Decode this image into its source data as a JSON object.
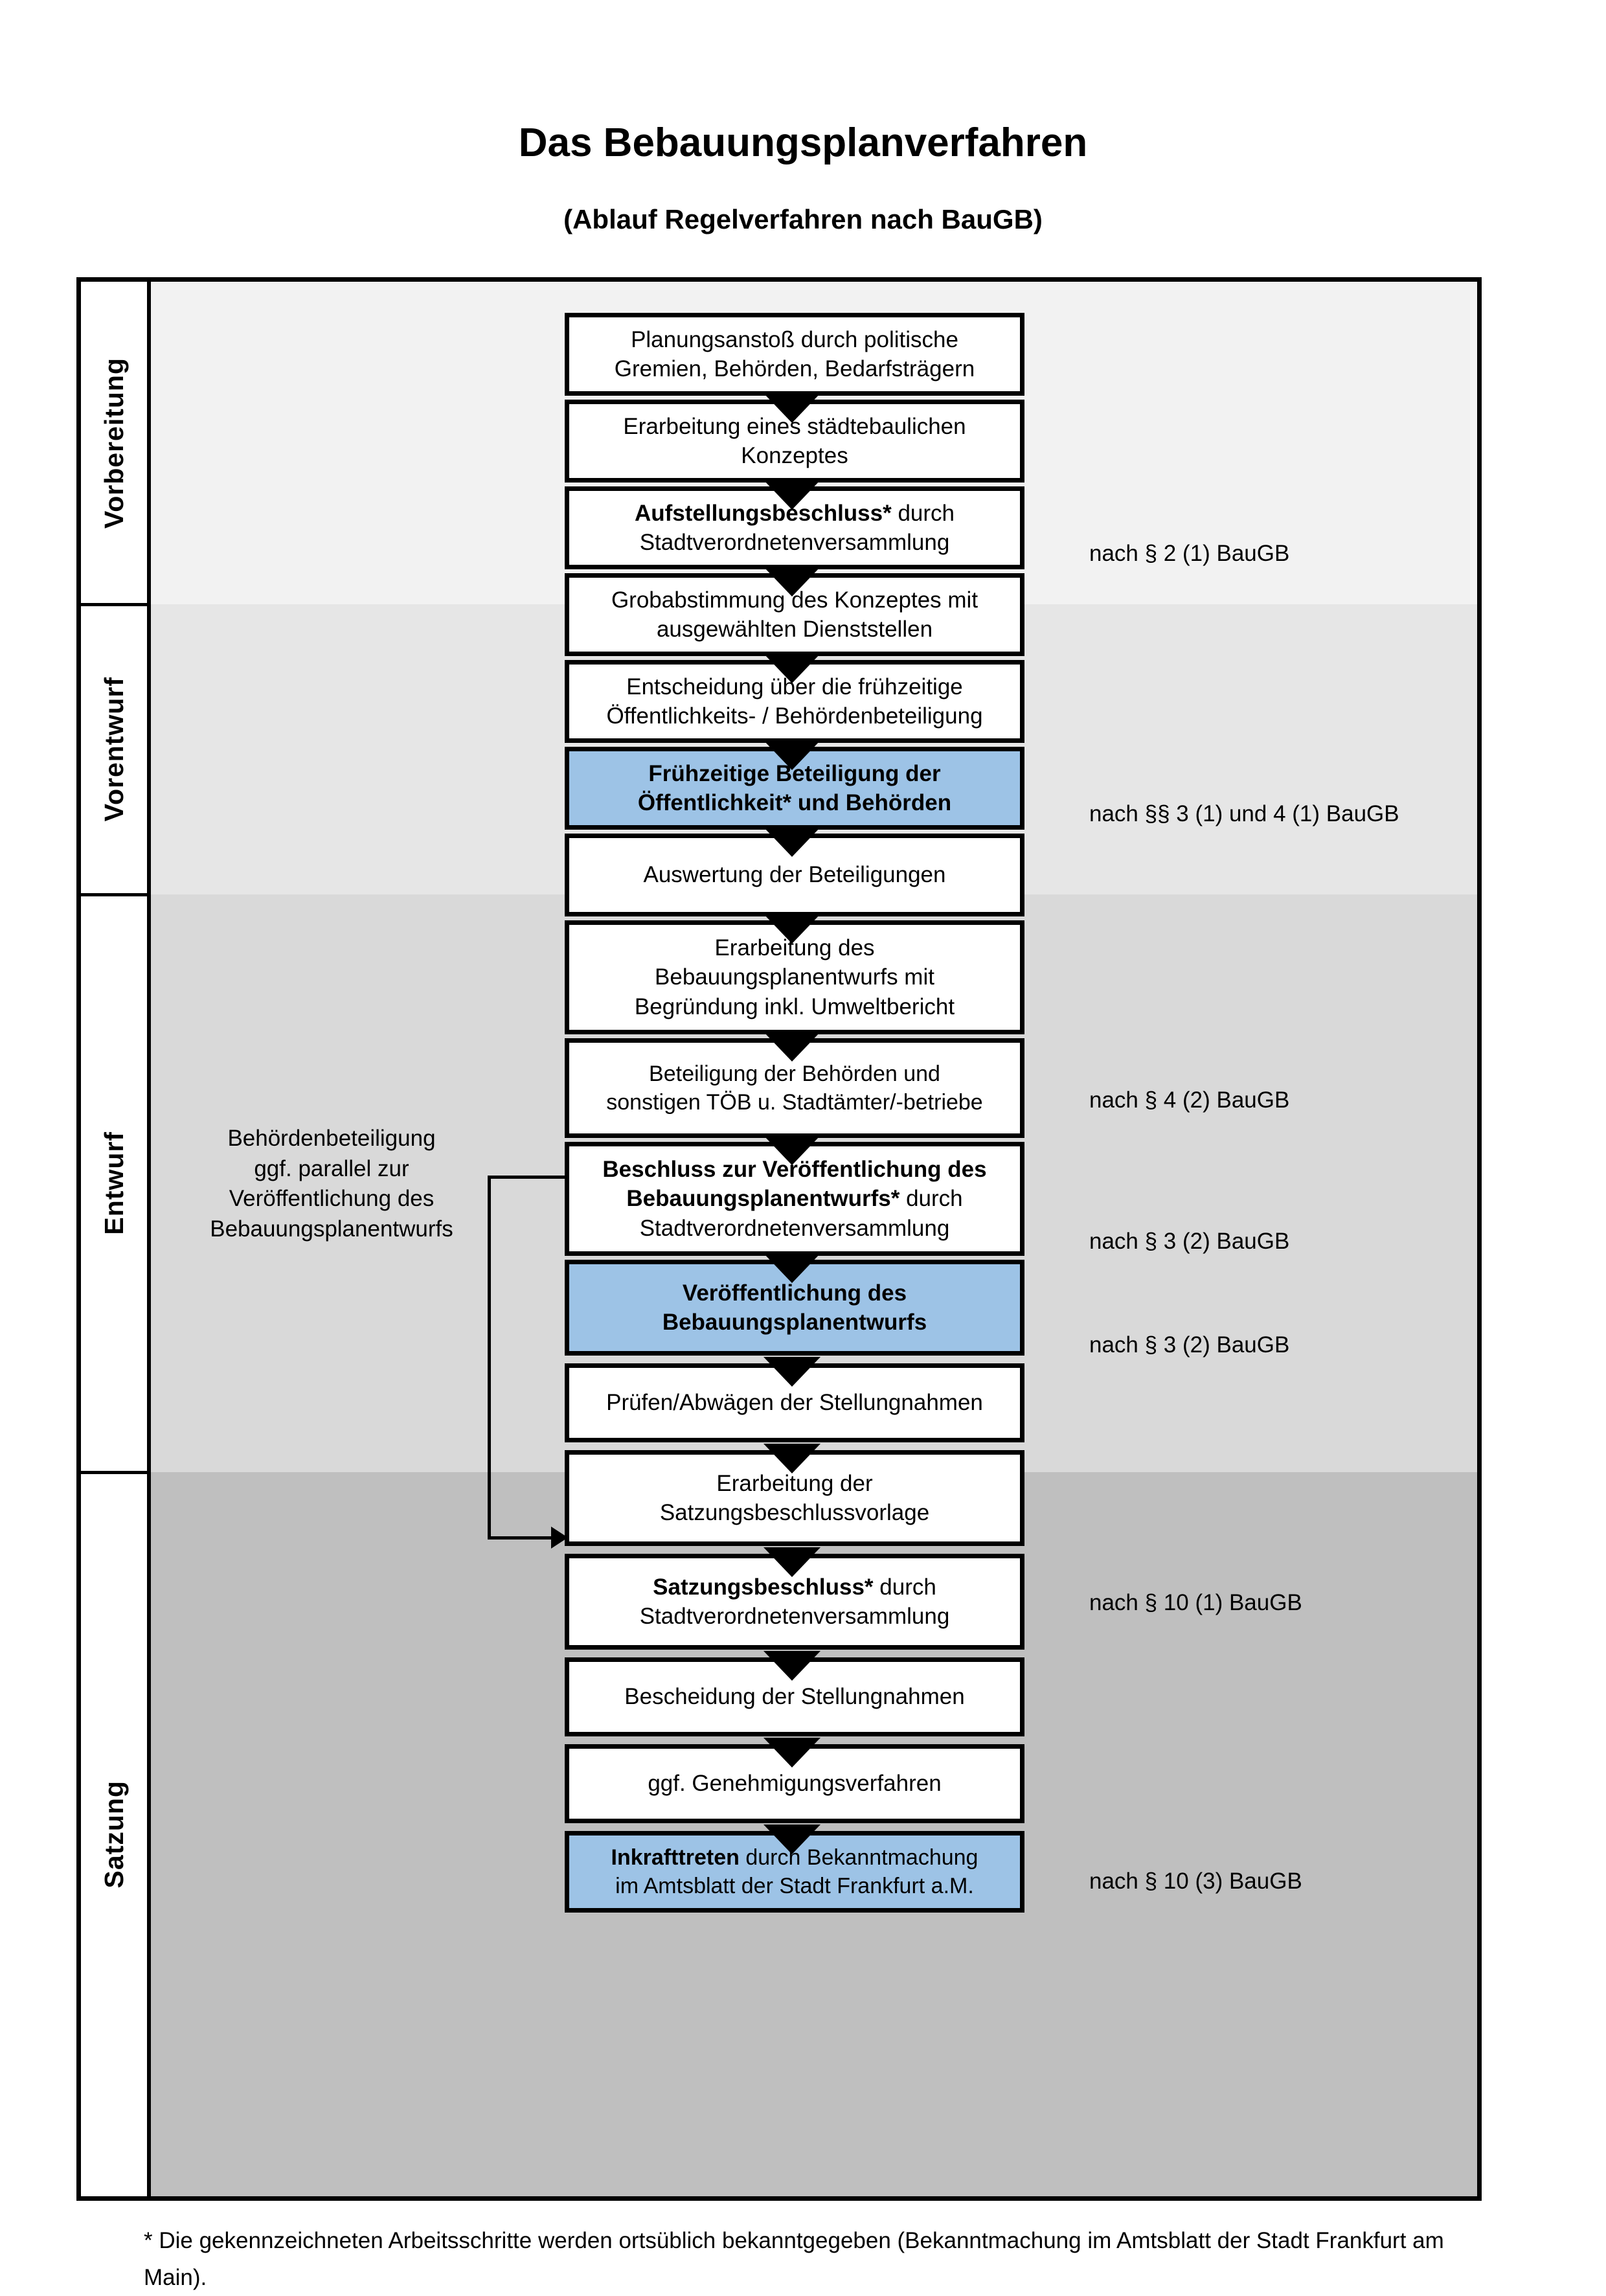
{
  "header": {
    "title": "Das Bebauungsplanverfahren",
    "subtitle": "(Ablauf Regelverfahren nach BauGB)"
  },
  "colors": {
    "highlight_box": "#9DC3E6",
    "band_vorbereitung": "#F2F2F2",
    "band_vorentwurf": "#E6E6E6",
    "band_entwurf": "#D9D9D9",
    "band_satzung": "#BFBFBF",
    "outline": "#000000"
  },
  "phases": [
    {
      "label": "Vorbereitung"
    },
    {
      "label": "Vorentwurf"
    },
    {
      "label": "Entwurf"
    },
    {
      "label": "Satzung"
    }
  ],
  "steps": [
    {
      "id": "planungsanstoss",
      "phase": "Vorbereitung",
      "highlighted": false,
      "lines": [
        {
          "text": "Planungsanstoß durch politische",
          "bold": false
        },
        {
          "text": "Gremien, Behörden, Bedarfsträgern",
          "bold": false
        }
      ]
    },
    {
      "id": "staedtebauliches-konzept",
      "phase": "Vorbereitung",
      "highlighted": false,
      "lines": [
        {
          "text": "Erarbeitung eines städtebaulichen",
          "bold": false
        },
        {
          "text": "Konzeptes",
          "bold": false
        }
      ]
    },
    {
      "id": "aufstellungsbeschluss",
      "phase": "Vorbereitung",
      "highlighted": false,
      "lines": [
        {
          "text": "Aufstellungsbeschluss*",
          "bold": true,
          "suffix": " durch"
        },
        {
          "text": "Stadtverordnetenversammlung",
          "bold": false
        }
      ]
    },
    {
      "id": "grobabstimmung",
      "phase": "Vorentwurf",
      "highlighted": false,
      "lines": [
        {
          "text": "Grobabstimmung des Konzeptes mit",
          "bold": false
        },
        {
          "text": "ausgewählten Dienststellen",
          "bold": false
        }
      ]
    },
    {
      "id": "entscheidung-fruehzeitige-beteiligung",
      "phase": "Vorentwurf",
      "highlighted": false,
      "lines": [
        {
          "text": "Entscheidung über die frühzeitige",
          "bold": false
        },
        {
          "text": "Öffentlichkeits- / Behördenbeteiligung",
          "bold": false
        }
      ]
    },
    {
      "id": "fruehzeitige-beteiligung",
      "phase": "Vorentwurf",
      "highlighted": true,
      "lines": [
        {
          "text": "Frühzeitige Beteiligung der",
          "bold": true
        },
        {
          "text": "Öffentlichkeit* und Behörden",
          "bold": true
        }
      ]
    },
    {
      "id": "auswertung-beteiligungen",
      "phase": "Entwurf",
      "highlighted": false,
      "lines": [
        {
          "text": "Auswertung der Beteiligungen",
          "bold": false
        }
      ]
    },
    {
      "id": "erarbeitung-bplanentwurf",
      "phase": "Entwurf",
      "highlighted": false,
      "lines": [
        {
          "text": "Erarbeitung des",
          "bold": false
        },
        {
          "text": "Bebauungsplanentwurfs mit",
          "bold": false
        },
        {
          "text": "Begründung inkl. Umweltbericht",
          "bold": false
        }
      ]
    },
    {
      "id": "beteiligung-behoerden",
      "phase": "Entwurf",
      "highlighted": false,
      "lines": [
        {
          "text": "Beteiligung der Behörden und",
          "bold": false
        },
        {
          "text": "sonstigen TÖB u. Stadtämter/-betriebe",
          "bold": false
        }
      ]
    },
    {
      "id": "beschluss-veroeffentlichung",
      "phase": "Entwurf",
      "highlighted": false,
      "lines": [
        {
          "text": "Beschluss zur Veröffentlichung des",
          "bold": true
        },
        {
          "text": "Bebauungsplanentwurfs*",
          "bold": true,
          "suffix": " durch"
        },
        {
          "text": "Stadtverordnetenversammlung",
          "bold": false
        }
      ]
    },
    {
      "id": "veroeffentlichung-bplanentwurf",
      "phase": "Entwurf",
      "highlighted": true,
      "lines": [
        {
          "text": "Veröffentlichung des",
          "bold": true
        },
        {
          "text": "Bebauungsplanentwurfs",
          "bold": true
        }
      ]
    },
    {
      "id": "pruefen-abwaegen",
      "phase": "Satzung",
      "highlighted": false,
      "lines": [
        {
          "text": "Prüfen/Abwägen der Stellungnahmen",
          "bold": false
        }
      ]
    },
    {
      "id": "erarbeitung-satzungsvorlage",
      "phase": "Satzung",
      "highlighted": false,
      "lines": [
        {
          "text": "Erarbeitung der",
          "bold": false
        },
        {
          "text": "Satzungsbeschlussvorlage",
          "bold": false
        }
      ]
    },
    {
      "id": "satzungsbeschluss",
      "phase": "Satzung",
      "highlighted": false,
      "lines": [
        {
          "text": "Satzungsbeschluss*",
          "bold": true,
          "suffix": " durch"
        },
        {
          "text": "Stadtverordnetenversammlung",
          "bold": false
        }
      ]
    },
    {
      "id": "bescheidung-stellungnahmen",
      "phase": "Satzung",
      "highlighted": false,
      "lines": [
        {
          "text": "Bescheidung der Stellungnahmen",
          "bold": false
        }
      ]
    },
    {
      "id": "genehmigungsverfahren",
      "phase": "Satzung",
      "highlighted": false,
      "lines": [
        {
          "text": "ggf. Genehmigungsverfahren",
          "bold": false
        }
      ]
    },
    {
      "id": "inkrafttreten",
      "phase": "Satzung",
      "highlighted": true,
      "lines": [
        {
          "text": "Inkrafttreten",
          "bold": true,
          "suffix": " durch Bekanntmachung"
        },
        {
          "text": "im Amtsblatt der Stadt Frankfurt a.M.",
          "bold": false
        }
      ]
    }
  ],
  "law_notes": [
    {
      "id": "note-aufstellungsbeschluss",
      "text": "nach § 2 (1) BauGB"
    },
    {
      "id": "note-fruehzeitige-beteiligung",
      "text": "nach §§ 3 (1) und 4 (1) BauGB"
    },
    {
      "id": "note-beteiligung-behoerden",
      "text": "nach § 4 (2) BauGB"
    },
    {
      "id": "note-beschluss-veroeffentlichung",
      "text": "nach § 3 (2) BauGB"
    },
    {
      "id": "note-veroeffentlichung",
      "text": "nach § 3 (2) BauGB"
    },
    {
      "id": "note-satzungsbeschluss",
      "text": "nach § 10 (1) BauGB"
    },
    {
      "id": "note-inkrafttreten",
      "text": "nach § 10 (3) BauGB"
    }
  ],
  "side_note": {
    "lines": [
      "Behördenbeteiligung",
      "ggf. parallel zur",
      "Veröffentlichung des",
      "Bebauungsplanentwurfs"
    ]
  },
  "footnote": {
    "text": "* Die gekennzeichneten Arbeitsschritte werden ortsüblich bekanntgegeben (Bekanntmachung im Amtsblatt  der Stadt Frankfurt am Main)."
  }
}
